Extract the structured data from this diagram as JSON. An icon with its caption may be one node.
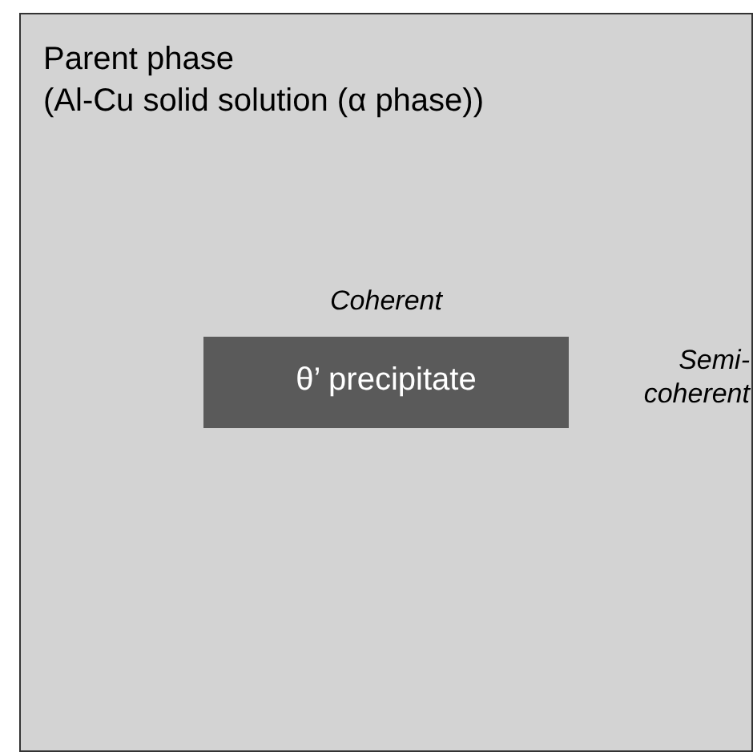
{
  "diagram": {
    "nodes": [
      {
        "text": [
          "Parent phase",
          "(Al-Cu solid solution (α phase))"
        ]
      },
      {
        "text": [
          "θ’ precipitate"
        ],
        "in": 0,
        "beside": [
          "Coherent",
          "Semi-coherent"
        ]
      }
    ]
  }
}
